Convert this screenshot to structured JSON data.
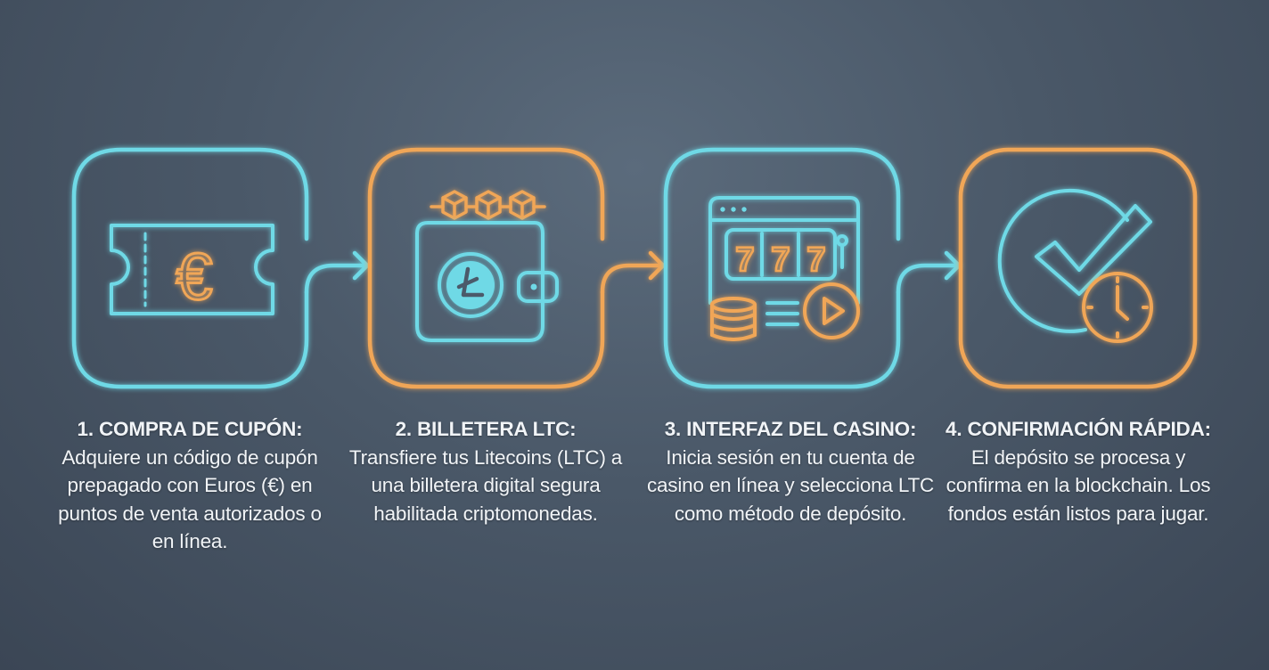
{
  "colors": {
    "blue": "#6fd9e6",
    "orange": "#f0a657",
    "text": "#f1f4f7"
  },
  "steps": [
    {
      "title": "1. COMPRA DE CUPÓN:",
      "body": "Adquiere un código de cupón prepagado con Euros (€) en puntos de venta autorizados o en línea.",
      "icon": "euro-coupon-icon"
    },
    {
      "title": "2. BILLETERA LTC:",
      "body": "Transfiere tus Litecoins (LTC) a una billetera digital segura habilitada criptomonedas.",
      "icon": "litecoin-wallet-icon"
    },
    {
      "title": "3. INTERFAZ DEL CASINO:",
      "body": "Inicia sesión en tu cuenta de casino en línea y selecciona LTC como método de depósito.",
      "icon": "slot-machine-icon"
    },
    {
      "title": "4. CONFIRMACIÓN RÁPIDA:",
      "body": "El depósito se procesa y confirma en la blockchain. Los fondos están listos para jugar.",
      "icon": "check-clock-icon"
    }
  ],
  "icon_text": {
    "euro": "€",
    "slots": [
      "7",
      "7",
      "7"
    ]
  }
}
